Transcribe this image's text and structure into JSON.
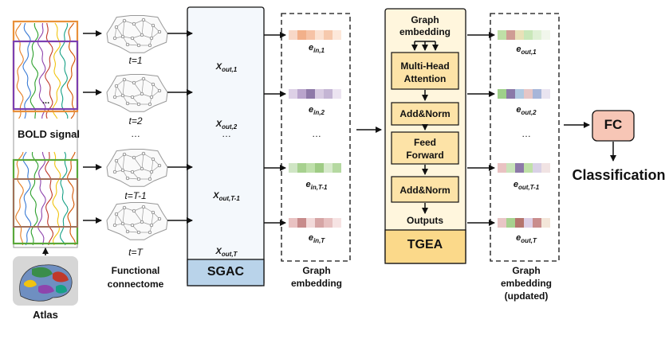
{
  "bold_signal": {
    "label": "BOLD signal",
    "ellipsis": "..."
  },
  "atlas": {
    "label": "Atlas"
  },
  "functional_connectome": {
    "label_line1": "Functional",
    "label_line2": "connectome",
    "time_labels": [
      "t=1",
      "t=2",
      "…",
      "t=T-1",
      "t=T"
    ]
  },
  "sgac": {
    "label": "SGAC",
    "outputs": [
      {
        "main": "X",
        "sub": "out,1"
      },
      {
        "main": "X",
        "sub": "out,2"
      },
      {
        "main": "…",
        "sub": ""
      },
      {
        "main": "X",
        "sub": "out,T-1"
      },
      {
        "main": "X",
        "sub": "out,T"
      }
    ]
  },
  "graph_embedding_in": {
    "label_line1": "Graph",
    "label_line2": "embedding",
    "entries": [
      {
        "main": "e",
        "sub": "in,1"
      },
      {
        "main": "e",
        "sub": "in,2"
      },
      {
        "main": "…",
        "sub": ""
      },
      {
        "main": "e",
        "sub": "in,T-1"
      },
      {
        "main": "e",
        "sub": "in,T"
      }
    ]
  },
  "tgea": {
    "label": "TGEA",
    "input_line1": "Graph",
    "input_line2": "embedding",
    "blocks": [
      {
        "line1": "Multi-Head",
        "line2": "Attention"
      },
      {
        "line1": "Add&Norm",
        "line2": ""
      },
      {
        "line1": "Feed",
        "line2": "Forward"
      },
      {
        "line1": "Add&Norm",
        "line2": ""
      }
    ],
    "outputs_label": "Outputs"
  },
  "graph_embedding_out": {
    "label_line1": "Graph",
    "label_line2": "embedding",
    "label_line3": "(updated)",
    "entries": [
      {
        "main": "e",
        "sub": "out,1"
      },
      {
        "main": "e",
        "sub": "out,2"
      },
      {
        "main": "…",
        "sub": ""
      },
      {
        "main": "e",
        "sub": "out,T-1"
      },
      {
        "main": "e",
        "sub": "out,T"
      }
    ]
  },
  "fc": {
    "label": "FC"
  },
  "classification": {
    "label": "Classification"
  },
  "colors": {
    "signal_colors": [
      "#e67e22",
      "#3a7bd5",
      "#2ca02c",
      "#8e44ad",
      "#c0392b",
      "#f1c40f",
      "#16a085",
      "#d35400"
    ],
    "box_orange": "#e8903a",
    "box_purple": "#7b3fb0",
    "box_green": "#5aa83a",
    "box_brown": "#a0705a",
    "sgac_fill": "#b9d3ea",
    "tgea_fill": "#fff4d6",
    "tgea_block": "#fde3a7",
    "tgea_label_fill": "#fbd98a",
    "fc_fill": "#f7c6b6",
    "fc_stroke": "#c0392b"
  },
  "embedding_palettes": {
    "in_1": [
      "#f8d8c8",
      "#f2b08a",
      "#f6c3a6",
      "#fbe2d2",
      "#f6c9ad",
      "#fde8da"
    ],
    "in_2": [
      "#ddd0e6",
      "#b9a4cc",
      "#8e79a8",
      "#d8cbe2",
      "#c4b5d4",
      "#ece4f1"
    ],
    "in_T1": [
      "#cfe5c4",
      "#a7d18f",
      "#bfe0ab",
      "#9fcc85",
      "#d7eacc",
      "#b5d9a1"
    ],
    "in_T": [
      "#e9c2c2",
      "#c78b8b",
      "#f2dada",
      "#d6a5a5",
      "#e7c1c1",
      "#f6e3e3"
    ],
    "out_1": [
      "#bfe0a7",
      "#cf9c94",
      "#e9e1b8",
      "#c9e7b9",
      "#e0f0d6",
      "#f1f6ec"
    ],
    "out_2": [
      "#9fd08a",
      "#8a79a8",
      "#b1c9e1",
      "#e6c6c6",
      "#a7b6d9",
      "#e9e4f0"
    ],
    "out_T1": [
      "#e9c2c2",
      "#c8e3b9",
      "#8d79a8",
      "#bfe0a7",
      "#d9d1e6",
      "#f1e3e3"
    ],
    "out_T": [
      "#e9c6c6",
      "#a7d18f",
      "#b5756e",
      "#ddcfe6",
      "#c98d8d",
      "#f3e6d9"
    ]
  }
}
